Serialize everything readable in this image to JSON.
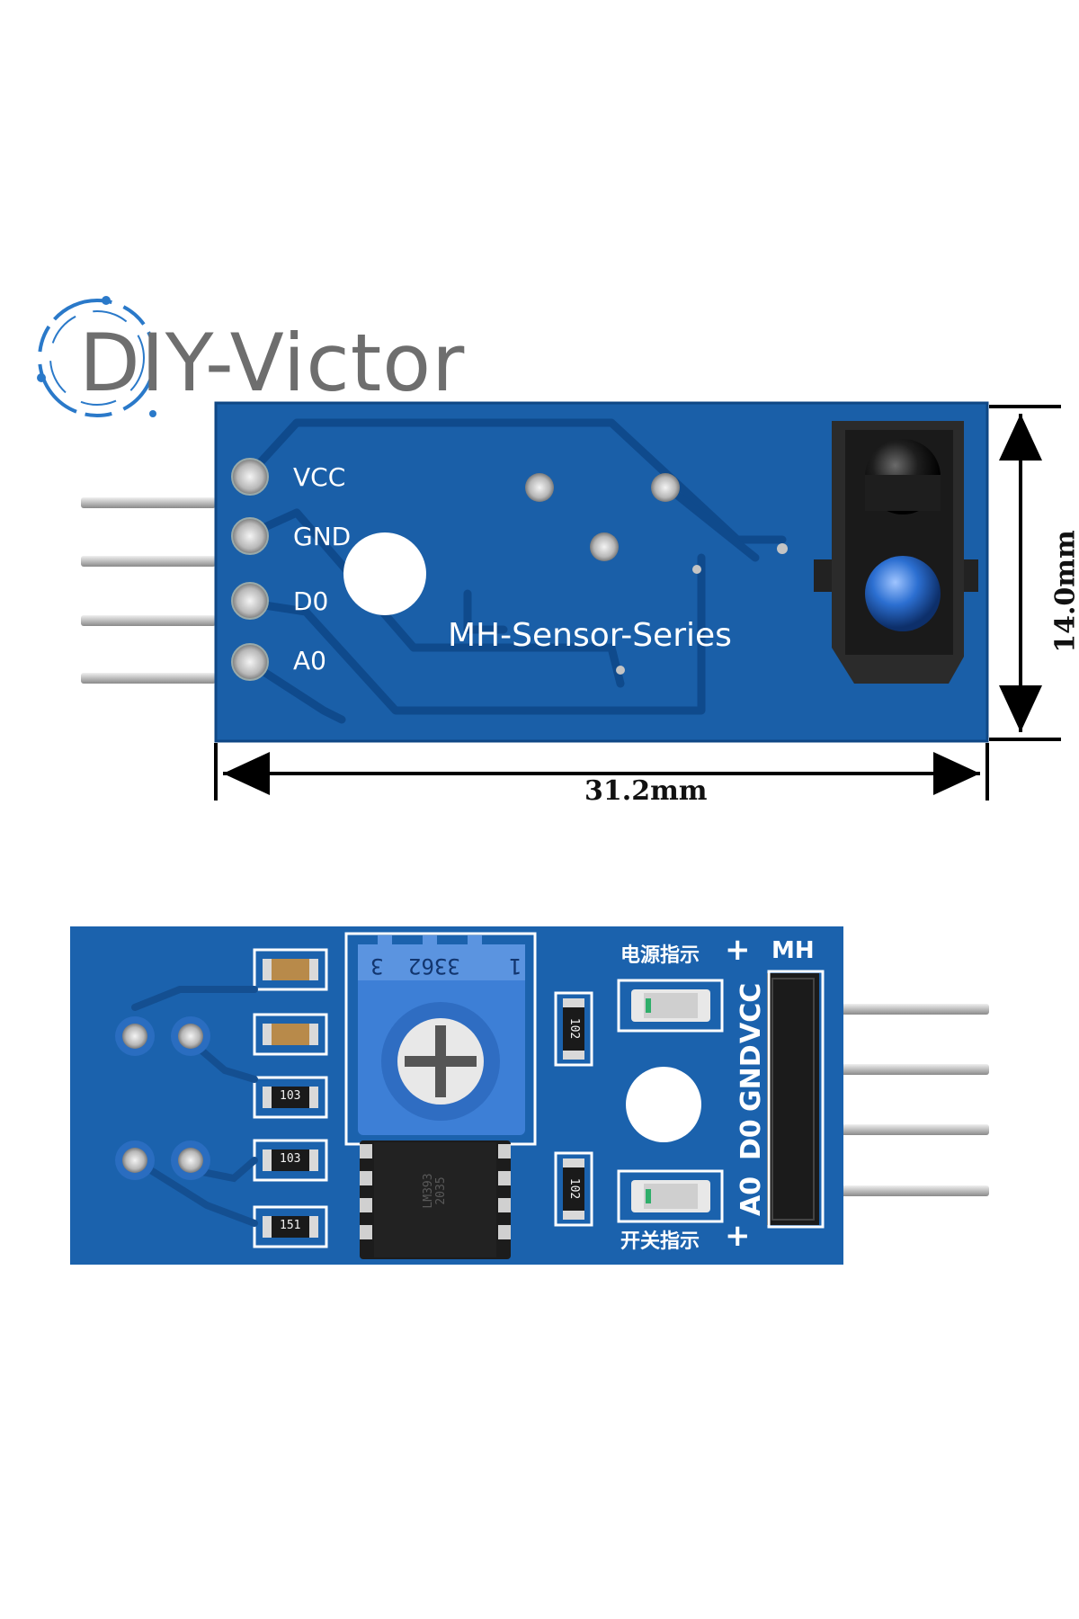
{
  "watermark": {
    "text": "DIY-Victor"
  },
  "top_board": {
    "pin_labels": [
      "VCC",
      "GND",
      "D0",
      "A0"
    ],
    "series_label": "MH-Sensor-Series"
  },
  "dimensions": {
    "width": "31.2mm",
    "height": "14.0mm"
  },
  "bottom_board": {
    "header_label": "MH",
    "pin_labels": [
      "VCC",
      "GND",
      "D0",
      "A0"
    ],
    "power_indicator_label": "电源指示",
    "switch_indicator_label": "开关指示",
    "plus_sign": "+",
    "pot_code": "3362",
    "pot_pin_3": "3",
    "pot_pin_1": "1",
    "resistors": [
      "103",
      "103",
      "151"
    ],
    "led_resistors": [
      "102",
      "102"
    ],
    "chip_marking": "LM393\n2035"
  },
  "colors": {
    "pcb_blue": "#1a5fa8",
    "silkscreen": "#ffffff",
    "pot_blue": "#3d7fd6",
    "sensor_black": "#1a1a1a",
    "led_blue": "#2c6fd1",
    "pin_silver": "#c9c9c9"
  }
}
